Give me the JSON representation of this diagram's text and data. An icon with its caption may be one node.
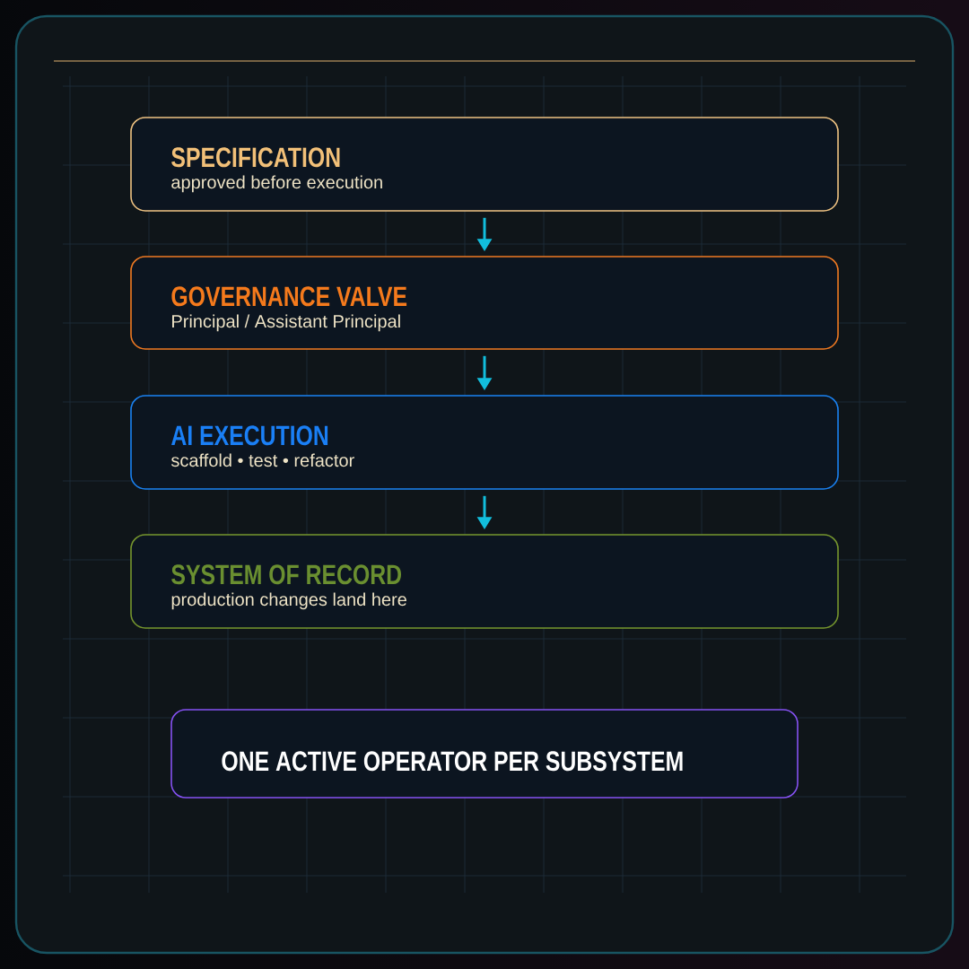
{
  "diagram": {
    "nodes": [
      {
        "text": [
          "SPECIFICATION",
          "approved before execution"
        ]
      },
      {
        "text": [
          "GOVERNANCE VALVE",
          "Principal / Assistant Principal"
        ]
      },
      {
        "text": [
          "AI EXECUTION",
          "scaffold • test • refactor"
        ]
      },
      {
        "text": [
          "SYSTEM OF RECORD",
          "production changes land here"
        ]
      },
      {
        "text": [
          "ONE ACTIVE OPERATOR PER SUBSYSTEM"
        ]
      }
    ],
    "edges": [
      {
        "from": 0,
        "to": 1,
        "arrow": "to"
      },
      {
        "from": 1,
        "to": 2,
        "arrow": "to"
      },
      {
        "from": 2,
        "to": 3,
        "arrow": "to"
      }
    ]
  }
}
